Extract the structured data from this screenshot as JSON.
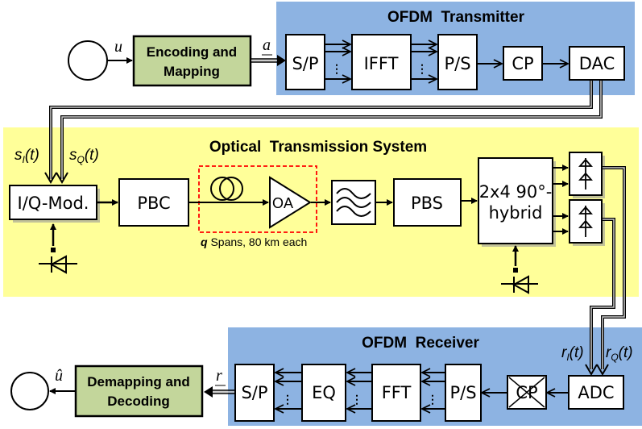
{
  "colors": {
    "ofdm_panel": "#8db3e2",
    "optical_panel": "#ffff99",
    "coding_block": "#c3d69b",
    "span_border": "#ff0000"
  },
  "transmitter": {
    "title": "OFDM  Transmitter",
    "source_symbol": "u",
    "encoder_line1": "Encoding and",
    "encoder_line2": "Mapping",
    "symbol_vector": "a",
    "blocks": [
      "S/P",
      "IFFT",
      "P/S",
      "CP",
      "DAC"
    ],
    "dots": "⋮"
  },
  "optical": {
    "title": "Optical  Transmission System",
    "si_label": "s",
    "si_sub": "I",
    "sq_label": "s",
    "sq_sub": "Q",
    "t_arg": "(t)",
    "modulator": "I/Q-Mod.",
    "pbc": "PBC",
    "amplifier": "OA",
    "span_q": "q",
    "span_text": " Spans, 80 km each",
    "pbs": "PBS",
    "hybrid_line1": "2x4 90°-",
    "hybrid_line2": "hybrid"
  },
  "receiver": {
    "title": "OFDM  Receiver",
    "ri_label": "r",
    "ri_sub": "I",
    "rq_label": "r",
    "rq_sub": "Q",
    "t_arg": "(t)",
    "blocks": [
      "ADC",
      "CP",
      "P/S",
      "FFT",
      "EQ",
      "S/P"
    ],
    "received_vector": "r",
    "decoder_line1": "Demapping and",
    "decoder_line2": "Decoding",
    "estimate_symbol": "û",
    "dots": "⋮"
  }
}
